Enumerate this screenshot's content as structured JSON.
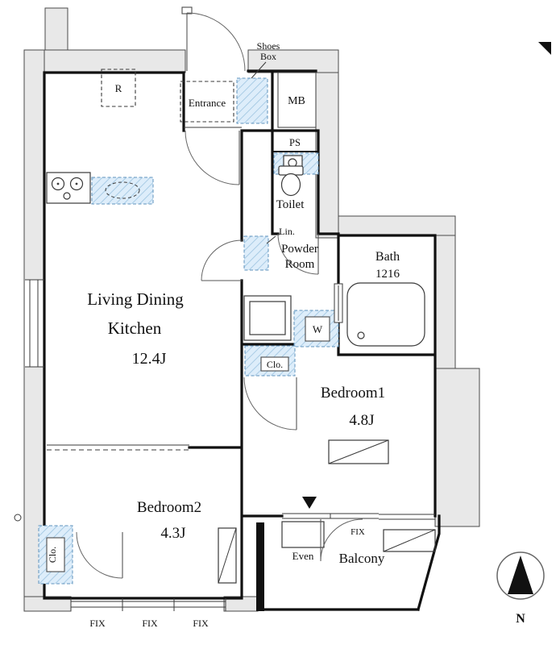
{
  "labels": {
    "shoes_line1": "Shoes",
    "shoes_line2": "Box",
    "entrance": "Entrance",
    "mb": "MB",
    "ps": "PS",
    "toilet": "Toilet",
    "linen": "Lin.",
    "powder_line1": "Powder",
    "powder_line2": "Room",
    "bath_name": "Bath",
    "bath_size": "1216",
    "refrigerator": "R",
    "ldk_line1": "Living Dining",
    "ldk_line2": "Kitchen",
    "ldk_area": "12.4J",
    "washer": "W",
    "closet_hall": "Clo.",
    "bedroom1_name": "Bedroom1",
    "bedroom1_area": "4.8J",
    "bedroom2_name": "Bedroom2",
    "bedroom2_area": "4.3J",
    "closet_bedroom2": "Clo.",
    "hatch_even": "Even",
    "balcony": "Balcony",
    "fix_balcony": "FIX",
    "fix_window1": "FIX",
    "fix_window2": "FIX",
    "fix_window3": "FIX",
    "compass_north": "N"
  },
  "colors": {
    "wall": "#111111",
    "concrete": "#e8e8e8",
    "hatch_fill": "#ddedfa",
    "hatch_stroke": "#9cc3e0"
  }
}
